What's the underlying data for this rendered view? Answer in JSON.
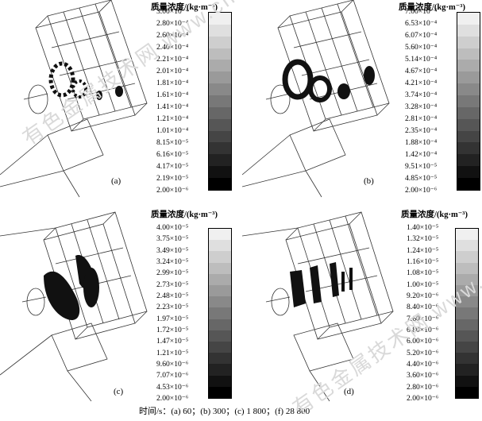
{
  "colorbar_title": "质量浓度/(kg·m⁻³)",
  "panels": [
    {
      "id": "a",
      "label": "(a)",
      "ticks": [
        "3.00×10⁻⁴",
        "2.80×10⁻⁴",
        "2.60×10⁻⁴",
        "2.40×10⁻⁴",
        "2.21×10⁻⁴",
        "2.01×10⁻⁴",
        "1.81×10⁻⁴",
        "1.61×10⁻⁴",
        "1.41×10⁻⁴",
        "1.21×10⁻⁴",
        "1.01×10⁻⁴",
        "8.15×10⁻⁵",
        "6.16×10⁻⁵",
        "4.17×10⁻⁵",
        "2.19×10⁻⁵",
        "2.00×10⁻⁶"
      ]
    },
    {
      "id": "b",
      "label": "(b)",
      "ticks": [
        "7.00×10⁻⁴",
        "6.53×10⁻⁴",
        "6.07×10⁻⁴",
        "5.60×10⁻⁴",
        "5.14×10⁻⁴",
        "4.67×10⁻⁴",
        "4.21×10⁻⁴",
        "3.74×10⁻⁴",
        "3.28×10⁻⁴",
        "2.81×10⁻⁴",
        "2.35×10⁻⁴",
        "1.88×10⁻⁴",
        "1.42×10⁻⁴",
        "9.51×10⁻⁵",
        "4.85×10⁻⁵",
        "2.00×10⁻⁶"
      ]
    },
    {
      "id": "c",
      "label": "(c)",
      "ticks": [
        "4.00×10⁻⁵",
        "3.75×10⁻⁵",
        "3.49×10⁻⁵",
        "3.24×10⁻⁵",
        "2.99×10⁻⁵",
        "2.73×10⁻⁵",
        "2.48×10⁻⁵",
        "2.23×10⁻⁵",
        "1.97×10⁻⁵",
        "1.72×10⁻⁵",
        "1.47×10⁻⁵",
        "1.21×10⁻⁵",
        "9.60×10⁻⁶",
        "7.07×10⁻⁶",
        "4.53×10⁻⁶",
        "2.00×10⁻⁶"
      ]
    },
    {
      "id": "d",
      "label": "(d)",
      "ticks": [
        "1.40×10⁻⁵",
        "1.32×10⁻⁵",
        "1.24×10⁻⁵",
        "1.16×10⁻⁵",
        "1.08×10⁻⁵",
        "1.00×10⁻⁵",
        "9.20×10⁻⁶",
        "8.40×10⁻⁶",
        "7.60×10⁻⁶",
        "6.80×10⁻⁶",
        "6.00×10⁻⁶",
        "5.20×10⁻⁶",
        "4.40×10⁻⁶",
        "3.60×10⁻⁶",
        "2.80×10⁻⁶",
        "2.00×10⁻⁶"
      ]
    }
  ],
  "caption": "时间/s：(a) 60；(b) 300；(c) 1 800；(f) 28 800",
  "watermark": "有色金属技术网 www.cnnmol.com"
}
